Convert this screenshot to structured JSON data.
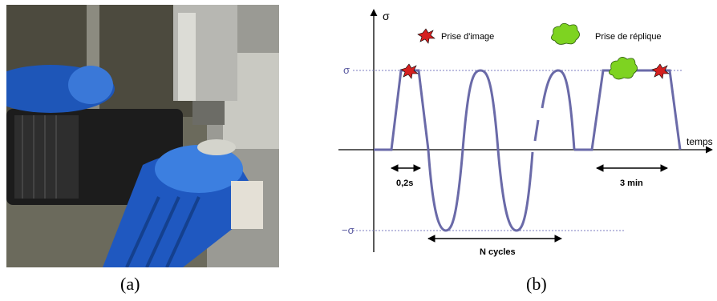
{
  "figure": {
    "panel_a": {
      "caption": "(a)"
    },
    "panel_b": {
      "caption": "(b)",
      "y_axis_label": "σ",
      "x_axis_label": "temps",
      "level_high": "σ",
      "level_low": "−σ",
      "legend": [
        {
          "label": "Prise d'image",
          "marker": "red-star-icon"
        },
        {
          "label": "Prise de réplique",
          "marker": "green-blob-icon"
        }
      ],
      "annotations": {
        "ramp_time": "0,2s",
        "hold_time": "3 min",
        "cycles": "N cycles"
      },
      "colors": {
        "signal": "#6a6aa8",
        "level_lines": "#7c7cc0",
        "star": "#d42020",
        "blob": "#7ed321"
      }
    }
  }
}
